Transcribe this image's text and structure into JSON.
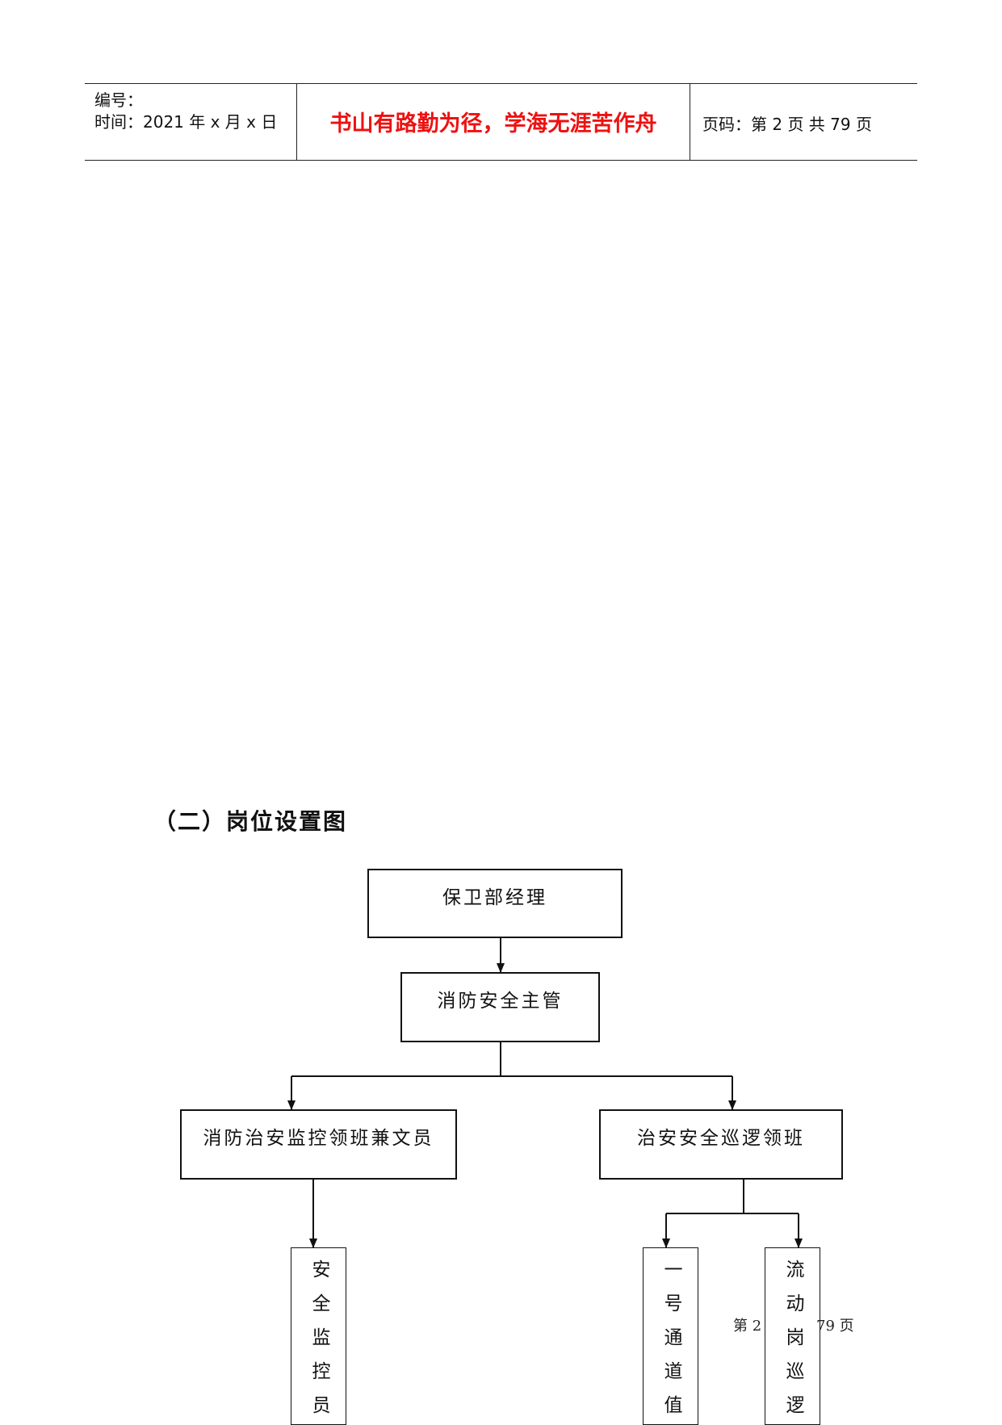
{
  "header": {
    "number_label": "编号：",
    "time_label": "时间：2021 年 x 月 x 日",
    "motto": "书山有路勤为径，学海无涯苦作舟",
    "page_info": "页码：第 2 页  共 79 页"
  },
  "section": {
    "title": "（二）岗位设置图"
  },
  "org_chart": {
    "root": "保卫部经理",
    "supervisor": "消防安全主管",
    "left_lead": "消防治安监控领班兼文员",
    "right_lead": "治安安全巡逻领班",
    "left_child": "安全监控员",
    "right_child_1": "一号通道值",
    "right_child_2": "流动岗巡逻"
  },
  "footer": {
    "page_prefix": "第 2",
    "page_suffix": "79 页"
  }
}
